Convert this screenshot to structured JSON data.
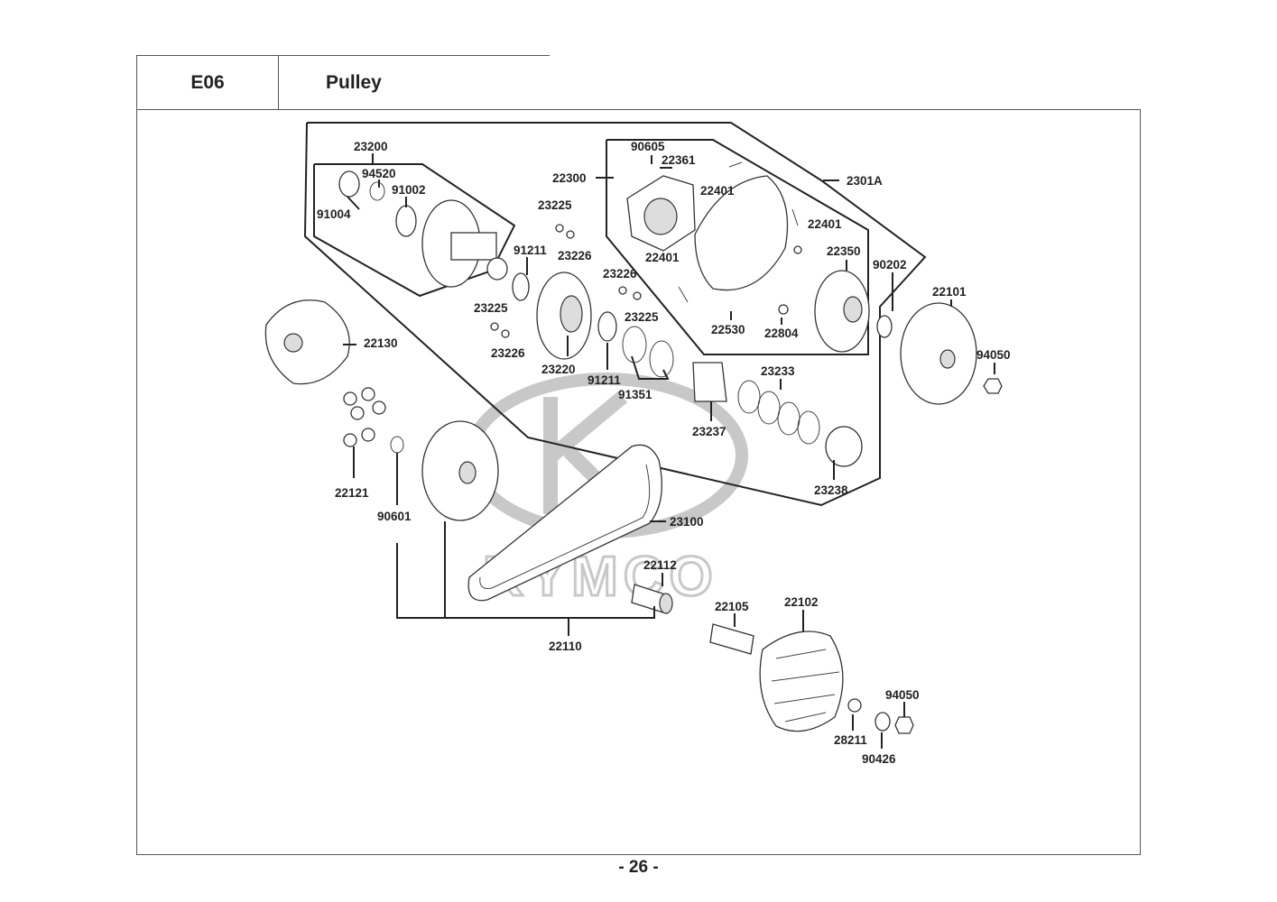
{
  "header": {
    "code": "E06",
    "title": "Pulley"
  },
  "footer": {
    "page": "- 26 -"
  },
  "watermark": {
    "logo_text": "KYMCO"
  },
  "colors": {
    "line": "#222222",
    "frame": "#555555",
    "watermark": "#c8c8c8"
  },
  "callouts": [
    "23200",
    "94520",
    "91002",
    "91004",
    "23225",
    "23226",
    "91211",
    "23226",
    "23225",
    "23225",
    "23226",
    "23220",
    "91211",
    "91351",
    "22300",
    "90605",
    "22361",
    "22401",
    "22401",
    "22401",
    "22350",
    "22530",
    "22804",
    "2301A",
    "90202",
    "22101",
    "94050",
    "23233",
    "23237",
    "23238",
    "22130",
    "22121",
    "90601",
    "23100",
    "22112",
    "22110",
    "22105",
    "22102",
    "94050",
    "28211",
    "90426"
  ]
}
